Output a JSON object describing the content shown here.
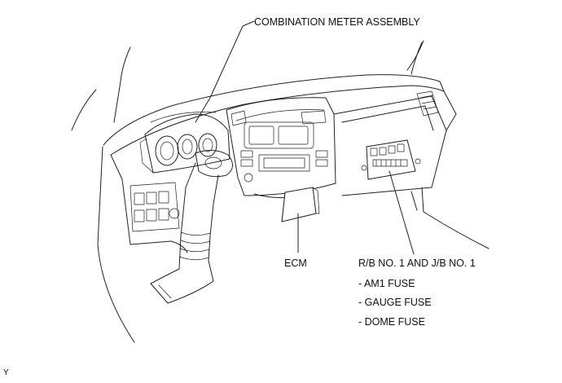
{
  "labels": {
    "combination_meter": "COMBINATION METER ASSEMBLY",
    "ecm": "ECM",
    "rb_jb": "R/B NO. 1 AND J/B NO. 1",
    "am1_fuse": "- AM1 FUSE",
    "gauge_fuse": "- GAUGE FUSE",
    "dome_fuse": "- DOME FUSE",
    "corner_code": "Y"
  }
}
